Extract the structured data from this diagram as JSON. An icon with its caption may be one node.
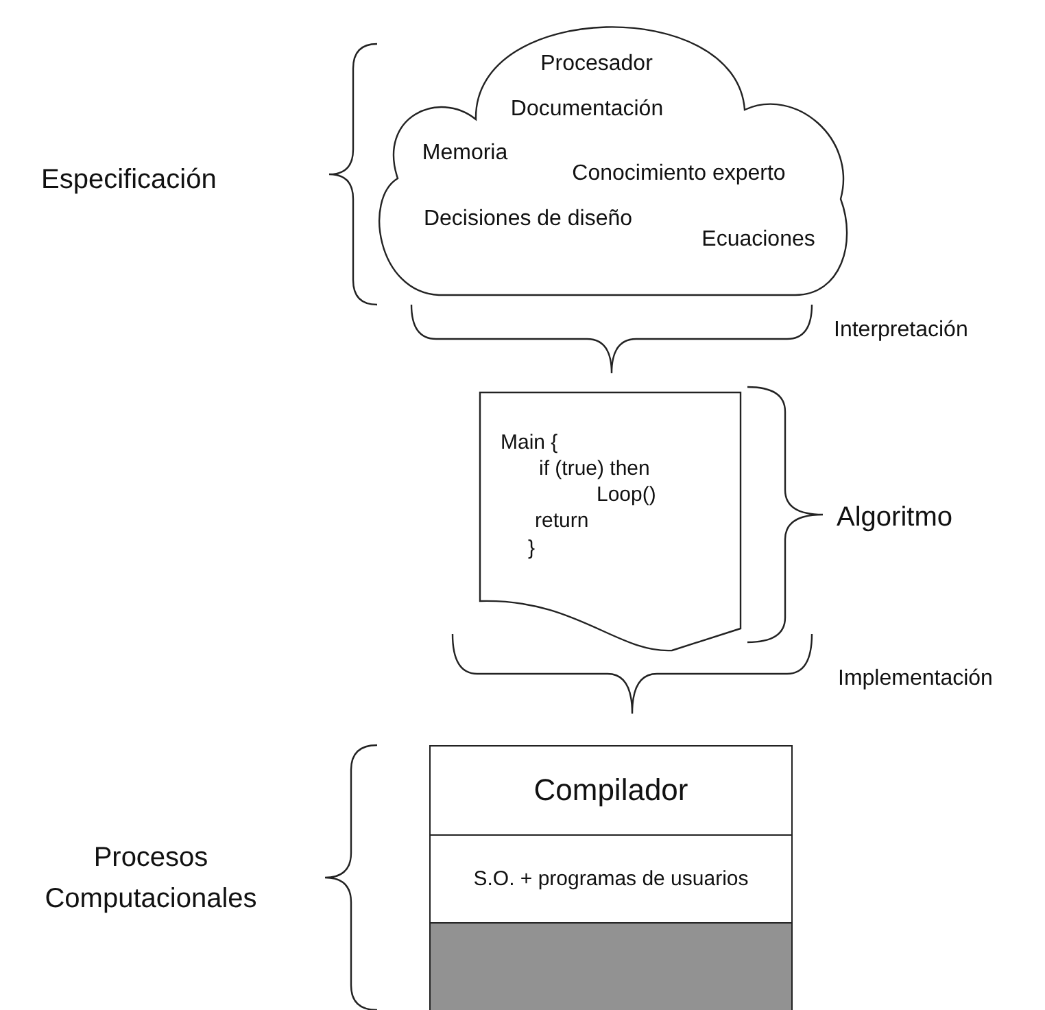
{
  "diagram": {
    "nodes": [
      {
        "text": [
          "Procesador",
          "Documentación",
          "Memoria",
          "Conocimiento experto",
          "Decisiones de diseño",
          "Ecuaciones"
        ]
      },
      {
        "text": [
          "Main {",
          "if (true) then",
          "Loop()",
          "return",
          "}"
        ]
      },
      {
        "text": [
          "Compilador"
        ]
      },
      {
        "text": [
          "S.O. + programas de usuarios"
        ]
      },
      {
        "text": [],
        "shape": "box"
      }
    ],
    "labels": [
      "Especificación",
      "Interpretación",
      "Algoritmo",
      "Implementación",
      "Procesos Computacionales"
    ]
  }
}
